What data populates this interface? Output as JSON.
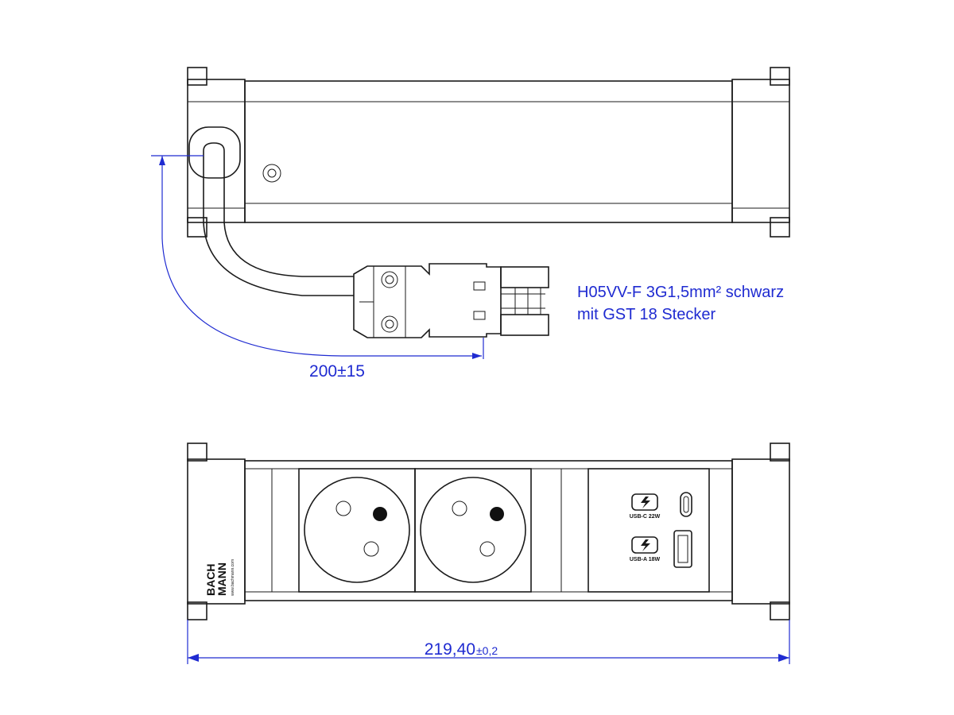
{
  "cable_note": {
    "line1": "H05VV-F 3G1,5mm² schwarz",
    "line2": "mit GST 18 Stecker"
  },
  "cable_length_dimension": "200±15",
  "width_dimension": {
    "value": "219,40",
    "tolerance": "±0,2"
  },
  "brand": {
    "line1": "BACH",
    "line2": "MANN",
    "website": "www.bachmann.com"
  },
  "usb_ports": {
    "usb_c_label": "USB-C 22W",
    "usb_a_label": "USB-A 18W"
  },
  "colors": {
    "dimension_blue": "#1f2bd1",
    "line_black": "#1a1a1a"
  },
  "icons": [
    "socket-icon",
    "usb-c-port-icon",
    "usb-a-port-icon",
    "charging-icon",
    "plug-connector-icon"
  ]
}
